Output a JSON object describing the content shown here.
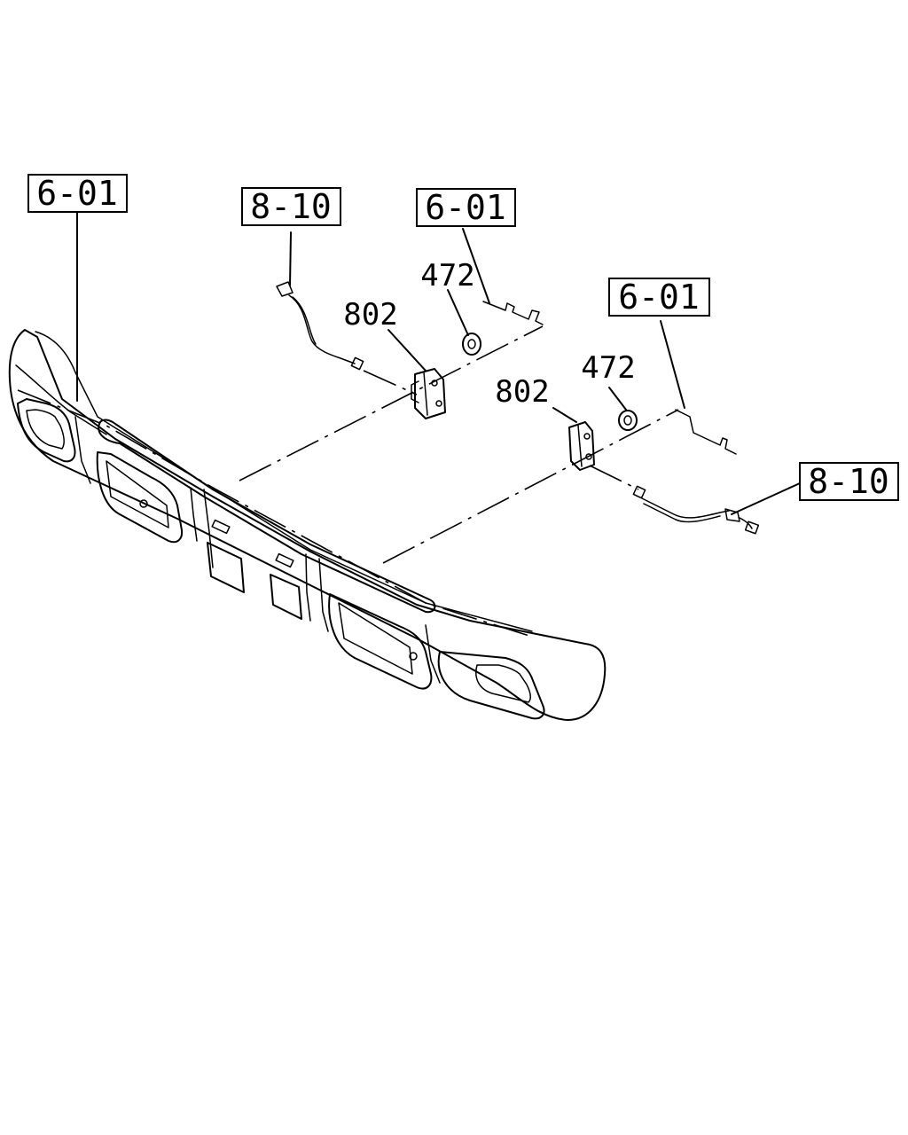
{
  "callouts": {
    "ref_bumper": "6-01",
    "ref_harness_left": "8-10",
    "ref_bracket_left": "6-01",
    "ref_bracket_right": "6-01",
    "ref_harness_right": "8-10"
  },
  "parts": {
    "grommet_left": "472",
    "lamp_left": "802",
    "grommet_right": "472",
    "lamp_right": "802"
  }
}
